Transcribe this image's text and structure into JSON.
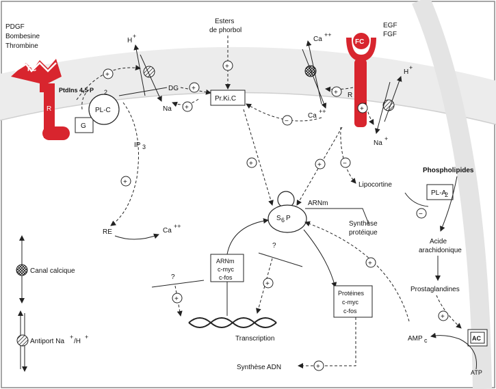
{
  "labels": {
    "growth_factors_left": [
      "PDGF",
      "Bombesine",
      "Thrombine"
    ],
    "growth_factors_right": [
      "EGF",
      "FGF"
    ],
    "esters": [
      "Esters",
      "de phorbol"
    ],
    "fc": "FC",
    "r": "R",
    "g": "G",
    "plc": "PL-C",
    "ptdins": "PtdIns 4,5 P",
    "ptdins_sub": "2",
    "ip3": "IP",
    "ip3_sub": "3",
    "dg": "DG",
    "prkic": "Pr.Ki.C",
    "h_plus": "H",
    "na_plus": "Na",
    "ca": "Ca",
    "re": "RE",
    "lipocortine": "Lipocortine",
    "phospholipides": "Phospholipides",
    "pla2": "PL-A",
    "pla2_sub": "2",
    "acide": [
      "Acide",
      "arachidonique"
    ],
    "prostaglandines": "Prostaglandines",
    "ac": "AC",
    "atp": "ATP",
    "amp": "AMP",
    "amp_sub": "c",
    "s6p": "S",
    "s6p_sub": "6",
    "s6p_tail": "P",
    "arnm_ribo": "ARNm",
    "synthese_prot": [
      "Synthèse",
      "protéique"
    ],
    "box_arnm": [
      "ARNm",
      "c-myc",
      "c-fos"
    ],
    "box_proteines": [
      "Protéines",
      "c-myc",
      "c-fos"
    ],
    "transcription": "Transcription",
    "synthese_adn": "Synthèse ADN",
    "question": "?",
    "legend_canal": "Canal calcique",
    "legend_antiport": "Antiport Na",
    "legend_antiport_tail": "/H",
    "plus": "+",
    "plusplus": "++",
    "minus": "−"
  },
  "colors": {
    "receptor": "#d8252e",
    "membrane": "#e9e9e9",
    "line": "#222222"
  }
}
